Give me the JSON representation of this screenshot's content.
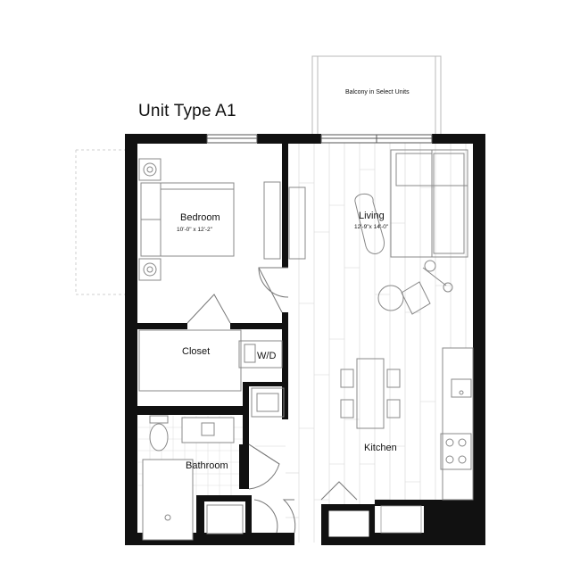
{
  "plan": {
    "title": "Unit Type A1",
    "balcony_note": "Balcony in Select Units",
    "rooms": {
      "bedroom": {
        "name": "Bedroom",
        "dimensions": "10'-0\" x 12'-2\""
      },
      "living": {
        "name": "Living",
        "dimensions": "12'-9\"x 14'-0\""
      },
      "closet": {
        "name": "Closet"
      },
      "wd": {
        "name": "W/D"
      },
      "kitchen": {
        "name": "Kitchen"
      },
      "bathroom": {
        "name": "Bathroom"
      }
    },
    "colors": {
      "wall": "#111111",
      "line": "#9a9a9a",
      "floor_line": "#d0d0d0",
      "background": "#ffffff"
    }
  }
}
